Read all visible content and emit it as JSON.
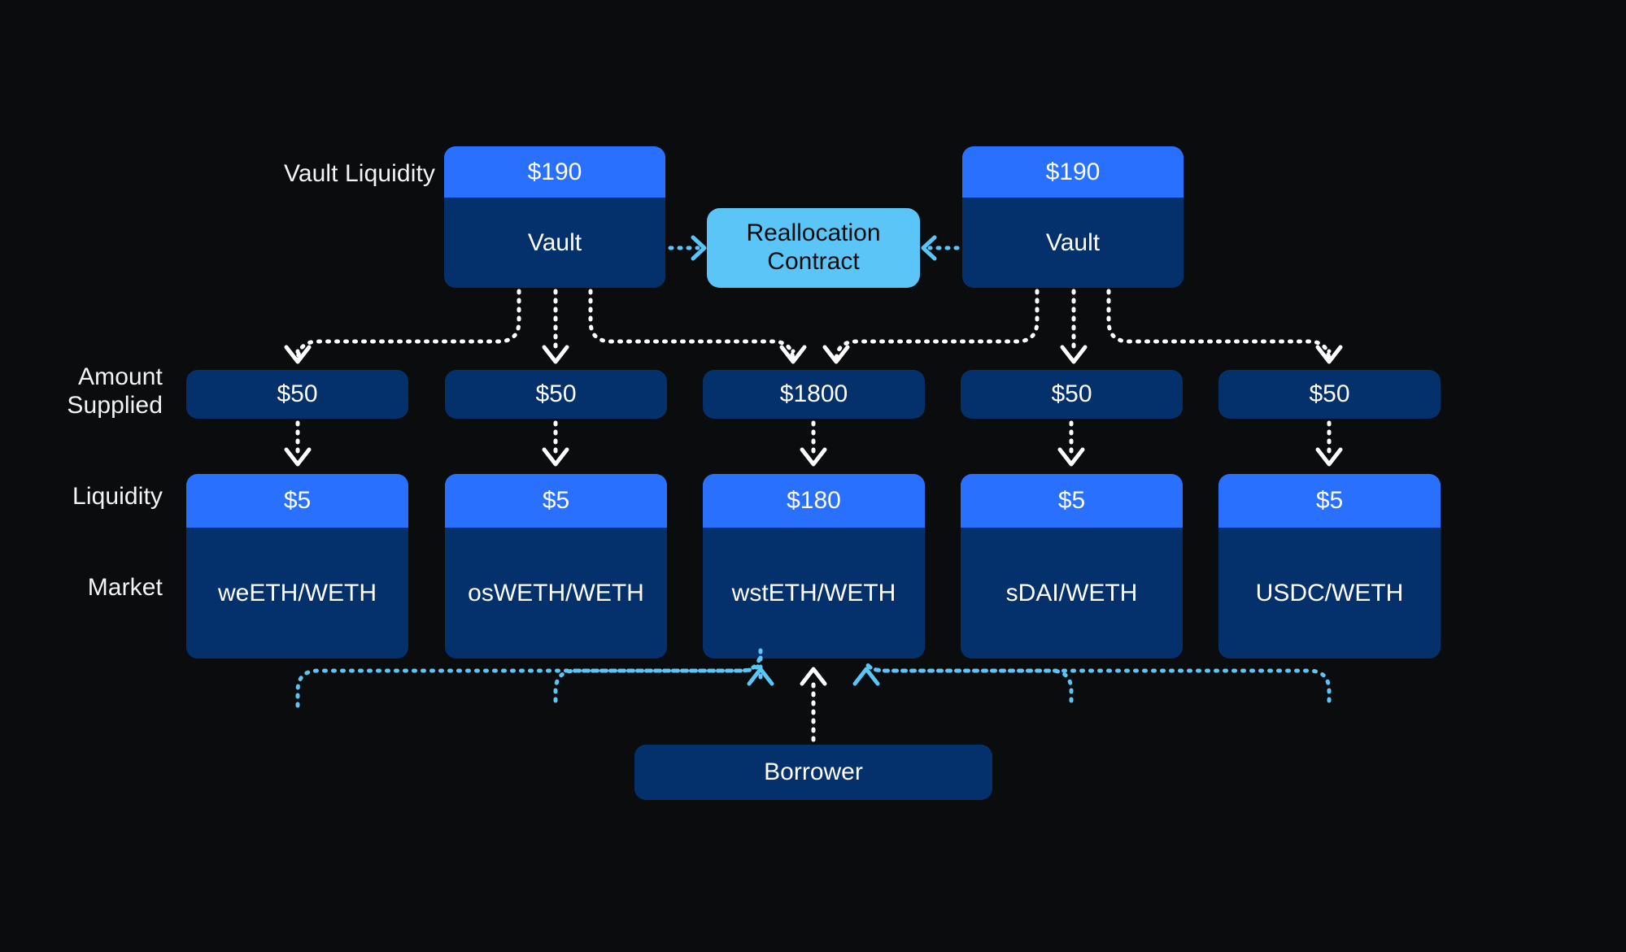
{
  "theme": {
    "background": "#0b0c0d",
    "accent_blue": "#2970ff",
    "navy": "#04306b",
    "cyan": "#5cc5f7",
    "text": "#ffffff"
  },
  "row_labels": {
    "vault_liquidity": "Vault Liquidity",
    "amount_supplied": "Amount\nSupplied",
    "liquidity": "Liquidity",
    "market": "Market"
  },
  "vaults": [
    {
      "liquidity": "$190",
      "name": "Vault"
    },
    {
      "liquidity": "$190",
      "name": "Vault"
    }
  ],
  "reallocation_contract": {
    "label": "Reallocation\nContract"
  },
  "amounts_supplied": [
    "$50",
    "$50",
    "$1800",
    "$50",
    "$50"
  ],
  "markets": [
    {
      "liquidity": "$5",
      "name": "weETH/WETH"
    },
    {
      "liquidity": "$5",
      "name": "osWETH/WETH"
    },
    {
      "liquidity": "$180",
      "name": "wstETH/WETH"
    },
    {
      "liquidity": "$5",
      "name": "sDAI/WETH"
    },
    {
      "liquidity": "$5",
      "name": "USDC/WETH"
    }
  ],
  "borrower": {
    "label": "Borrower"
  }
}
